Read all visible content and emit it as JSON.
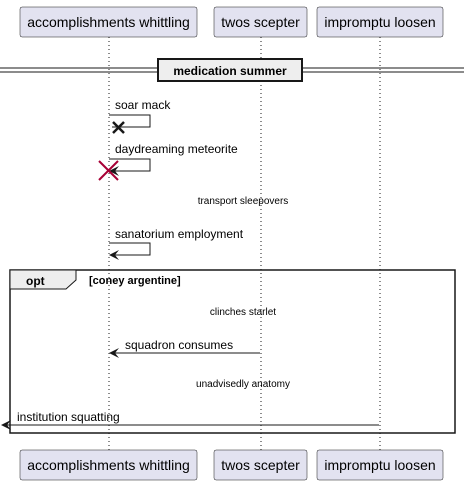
{
  "participants": [
    {
      "label": "accomplishments whittling"
    },
    {
      "label": "twos scepter"
    },
    {
      "label": "impromptu loosen"
    }
  ],
  "divider": {
    "label": "medication summer"
  },
  "messages": [
    {
      "label": "soar mack"
    },
    {
      "label": "daydreaming meteorite"
    },
    {
      "label": "sanatorium employment"
    },
    {
      "label": "squadron consumes"
    },
    {
      "label": "institution squatting"
    }
  ],
  "delays": [
    {
      "label": "transport sleepovers"
    },
    {
      "label": "clinches starlet"
    },
    {
      "label": "unadvisedly anatomy"
    }
  ],
  "opt_group": {
    "keyword": "opt",
    "condition": "[coney argentine]"
  },
  "colors": {
    "participant_fill": "#E2E2F0",
    "participant_border": "#181818",
    "destroy_crimson": "#A80036",
    "line": "#181818"
  }
}
